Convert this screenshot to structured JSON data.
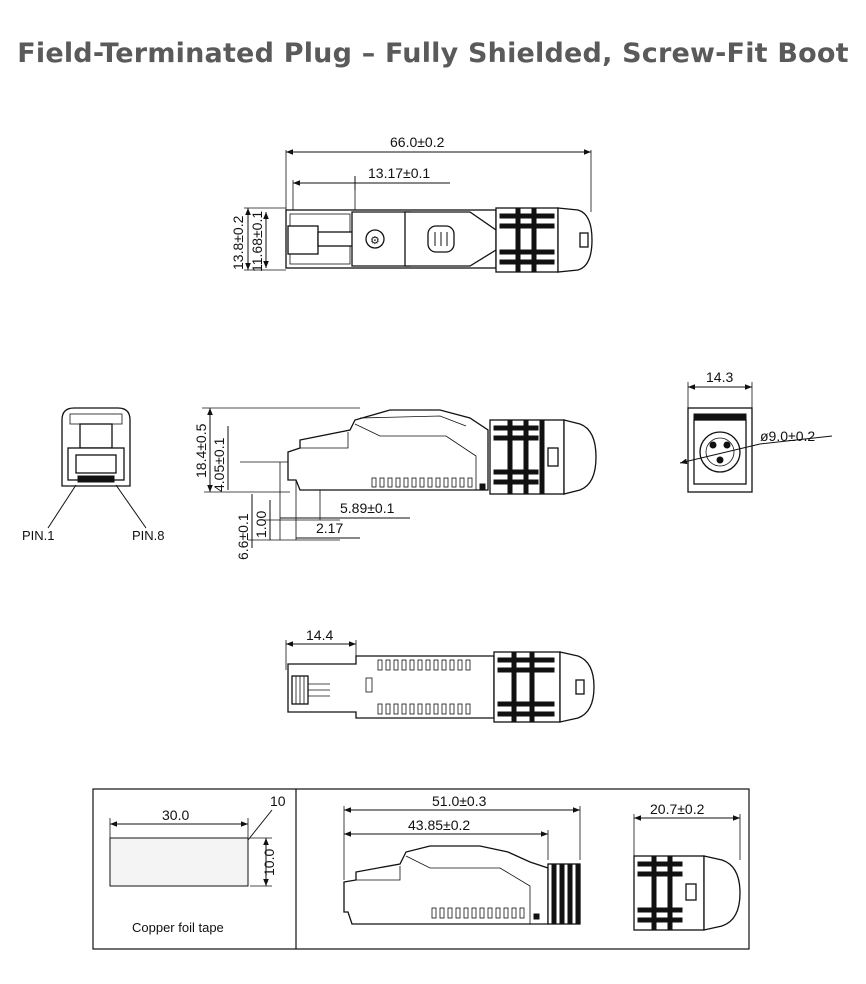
{
  "title": "Field-Terminated Plug – Fully Shielded, Screw-Fit Boot",
  "top_view": {
    "overall_length": "66.0±0.2",
    "latch_length": "13.17±0.1",
    "height_outer": "13.8±0.2",
    "height_inner": "11.68±0.1"
  },
  "front_view": {
    "pin_left": "PIN.1",
    "pin_right": "PIN.8"
  },
  "side_view": {
    "height": "18.4±0.5",
    "contact_height": "4.05±0.1",
    "contact_pos": "5.89±0.1",
    "bottom_offset": "6.6±0.1",
    "step": "1.00",
    "tip": "2.17"
  },
  "end_view": {
    "width": "14.3",
    "cable_dia": "ø9.0±0.2"
  },
  "bottom_view": {
    "nose_length": "14.4"
  },
  "tape_panel": {
    "length": "30.0",
    "width": "10.0",
    "corner": "10",
    "caption": "Copper foil tape"
  },
  "body_panel": {
    "housing_length": "51.0±0.3",
    "housing_inner": "43.85±0.2"
  },
  "boot_panel": {
    "boot_length": "20.7±0.2"
  }
}
